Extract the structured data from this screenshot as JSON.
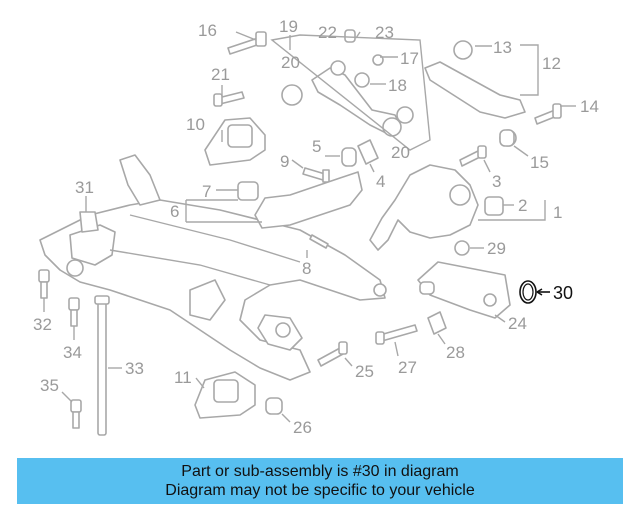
{
  "diagram": {
    "highlight_color": "#111111",
    "label_color": "#9a9a9a",
    "callouts": [
      "16",
      "19",
      "22",
      "23",
      "17",
      "13",
      "12",
      "20",
      "18",
      "21",
      "14",
      "10",
      "5",
      "20",
      "15",
      "9",
      "4",
      "3",
      "7",
      "2",
      "1",
      "31",
      "6",
      "29",
      "8",
      "30",
      "24",
      "32",
      "34",
      "28",
      "33",
      "25",
      "27",
      "11",
      "35",
      "26"
    ]
  },
  "banner": {
    "color": "#57bff0",
    "line1": "Part or sub-assembly is #30 in diagram",
    "line2": "Diagram may not be specific to your vehicle"
  }
}
